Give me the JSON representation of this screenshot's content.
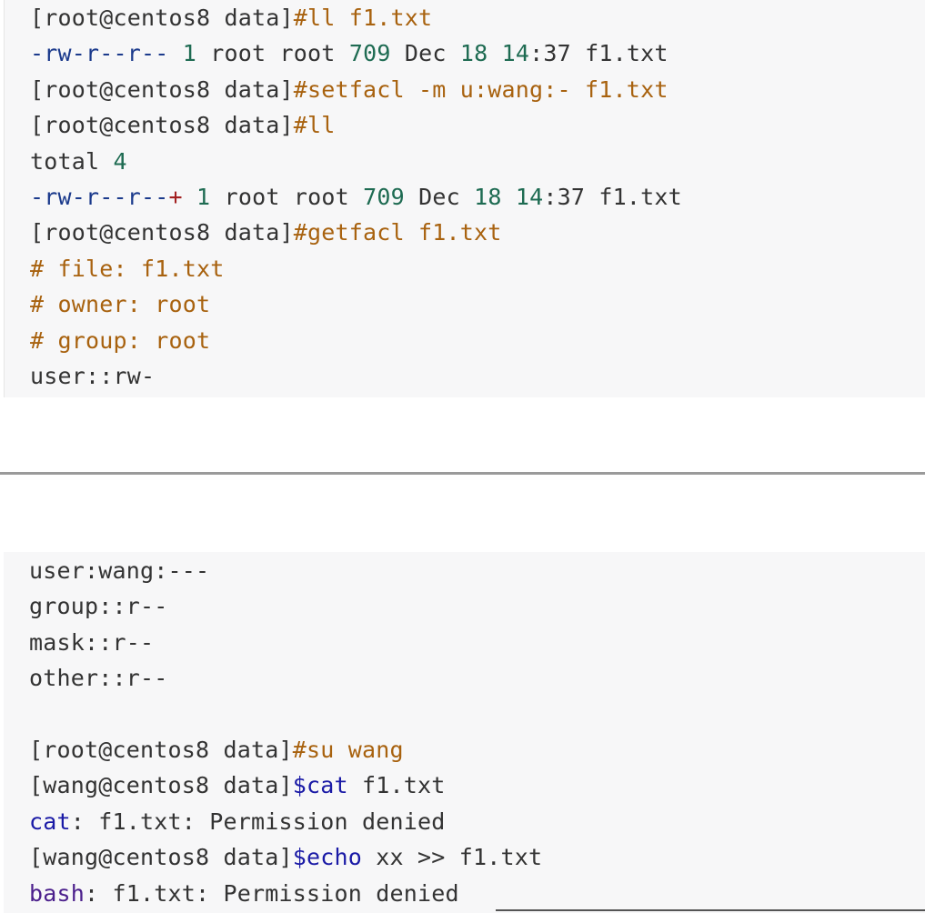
{
  "colors": {
    "code_bg": "#f7f7f8",
    "plain": "#333333",
    "keyword_blue": "#1b3a8c",
    "number_green": "#1e6b52",
    "command_orange": "#a8620f",
    "plus_red": "#a32020",
    "dollar_navy": "#1a1aa6",
    "builtin_purple": "#4b1f8c",
    "divider": "#9a9a9a"
  },
  "top_block": {
    "lines": [
      [
        {
          "t": "[root@centos8 data]",
          "c": "plain"
        },
        {
          "t": "#ll f1.txt",
          "c": "orange"
        }
      ],
      [
        {
          "t": "-rw-r--r--",
          "c": "blue"
        },
        {
          "t": " ",
          "c": "plain"
        },
        {
          "t": "1",
          "c": "green"
        },
        {
          "t": " root root ",
          "c": "plain"
        },
        {
          "t": "709",
          "c": "green"
        },
        {
          "t": " Dec ",
          "c": "plain"
        },
        {
          "t": "18",
          "c": "green"
        },
        {
          "t": " ",
          "c": "plain"
        },
        {
          "t": "14",
          "c": "green"
        },
        {
          "t": ":37 f1.txt",
          "c": "plain"
        }
      ],
      [
        {
          "t": "[root@centos8 data]",
          "c": "plain"
        },
        {
          "t": "#setfacl -m u:wang:- f1.txt",
          "c": "orange"
        }
      ],
      [
        {
          "t": "[root@centos8 data]",
          "c": "plain"
        },
        {
          "t": "#ll",
          "c": "orange"
        }
      ],
      [
        {
          "t": "total ",
          "c": "plain"
        },
        {
          "t": "4",
          "c": "green"
        }
      ],
      [
        {
          "t": "-rw-r--r--",
          "c": "blue"
        },
        {
          "t": "+",
          "c": "red"
        },
        {
          "t": " ",
          "c": "plain"
        },
        {
          "t": "1",
          "c": "green"
        },
        {
          "t": " root root ",
          "c": "plain"
        },
        {
          "t": "709",
          "c": "green"
        },
        {
          "t": " Dec ",
          "c": "plain"
        },
        {
          "t": "18",
          "c": "green"
        },
        {
          "t": " ",
          "c": "plain"
        },
        {
          "t": "14",
          "c": "green"
        },
        {
          "t": ":37 f1.txt",
          "c": "plain"
        }
      ],
      [
        {
          "t": "[root@centos8 data]",
          "c": "plain"
        },
        {
          "t": "#getfacl f1.txt",
          "c": "orange"
        }
      ],
      [
        {
          "t": "# file: f1.txt",
          "c": "orange"
        }
      ],
      [
        {
          "t": "# owner: root",
          "c": "orange"
        }
      ],
      [
        {
          "t": "# group: root",
          "c": "orange"
        }
      ],
      [
        {
          "t": "user::rw-",
          "c": "plain"
        }
      ]
    ]
  },
  "bottom_block": {
    "lines": [
      [
        {
          "t": "user:wang:---",
          "c": "plain"
        }
      ],
      [
        {
          "t": "group::r--",
          "c": "plain"
        }
      ],
      [
        {
          "t": "mask::r--",
          "c": "plain"
        }
      ],
      [
        {
          "t": "other::r--",
          "c": "plain"
        }
      ],
      [
        {
          "t": "",
          "c": "plain"
        }
      ],
      [
        {
          "t": "[root@centos8 data]",
          "c": "plain"
        },
        {
          "t": "#su wang",
          "c": "orange"
        }
      ],
      [
        {
          "t": "[wang@centos8 data]",
          "c": "plain"
        },
        {
          "t": "$cat",
          "c": "navy"
        },
        {
          "t": " f1.txt",
          "c": "plain"
        }
      ],
      [
        {
          "t": "cat",
          "c": "navy"
        },
        {
          "t": ": f1.txt: Permission denied",
          "c": "plain"
        }
      ],
      [
        {
          "t": "[wang@centos8 data]",
          "c": "plain"
        },
        {
          "t": "$echo",
          "c": "navy"
        },
        {
          "t": " xx >> f1.txt",
          "c": "plain"
        }
      ],
      [
        {
          "t": "bash",
          "c": "purple"
        },
        {
          "t": ": f1.txt: Permission denied",
          "c": "plain"
        }
      ]
    ]
  }
}
